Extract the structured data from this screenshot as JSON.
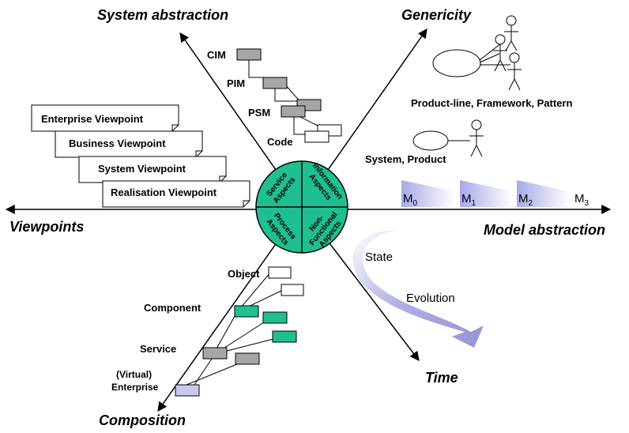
{
  "axes": {
    "system_abstraction": "System abstraction",
    "genericity": "Genericity",
    "viewpoints": "Viewpoints",
    "model_abstraction": "Model abstraction",
    "composition": "Composition",
    "time": "Time"
  },
  "system_levels": [
    "CIM",
    "PIM",
    "PSM",
    "Code"
  ],
  "viewpoint_cards": [
    "Enterprise Viewpoint",
    "Business Viewpoint",
    "System Viewpoint",
    "Realisation Viewpoint"
  ],
  "circle_segments": {
    "top_left": [
      "Service",
      "Aspects"
    ],
    "top_right": [
      "Information",
      "Aspects"
    ],
    "bottom_left": [
      "Process",
      "Aspects"
    ],
    "bottom_right": [
      "Non-",
      "Functional",
      "Aspects"
    ]
  },
  "genericity_labels": {
    "product_line": "Product-line, Framework, Pattern",
    "system_product": "System, Product"
  },
  "model_levels": [
    {
      "base": "M",
      "sub": "0"
    },
    {
      "base": "M",
      "sub": "1"
    },
    {
      "base": "M",
      "sub": "2"
    },
    {
      "base": "M",
      "sub": "3"
    }
  ],
  "time_labels": {
    "state": "State",
    "evolution": "Evolution"
  },
  "composition_levels": {
    "object": "Object",
    "component": "Component",
    "service": "Service",
    "enterprise_line1": "(Virtual)",
    "enterprise_line2": "Enterprise"
  },
  "colors": {
    "circle_fill": "#1fbf91",
    "gray_box": "#a6a6a6",
    "teal_box": "#1fbf91",
    "lavender_box": "#c8c8f0",
    "time_arrow": "#9999dd",
    "model_arrow": "#b8b8ec"
  }
}
